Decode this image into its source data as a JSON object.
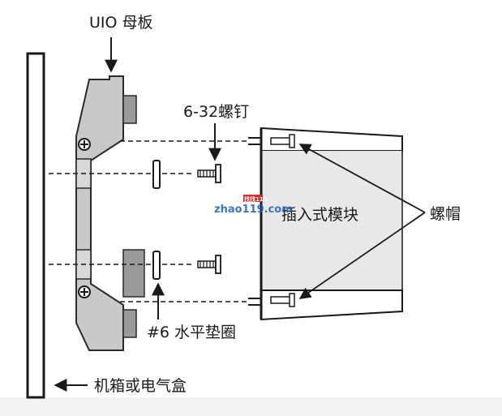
{
  "labels": {
    "motherboard": "UIO 母板",
    "screw": "6-32螺钉",
    "module": "插入式模块",
    "screw_cap": "螺帽",
    "washer": "#6 水平垫圈",
    "chassis": "机箱或电气盒"
  },
  "watermark": {
    "text": "zhao119.com",
    "badge": "找找119"
  },
  "colors": {
    "board_fill": "#c9c9c9",
    "board_stroke": "#2a2a2a",
    "connector_fill": "#9a9a9a",
    "module_fill": "#e8e8e8",
    "line": "#1a1a1a",
    "watermark_blue": "#1a5fb4",
    "watermark_red": "#d62b2b",
    "footer_band": "#f2f2f2"
  }
}
